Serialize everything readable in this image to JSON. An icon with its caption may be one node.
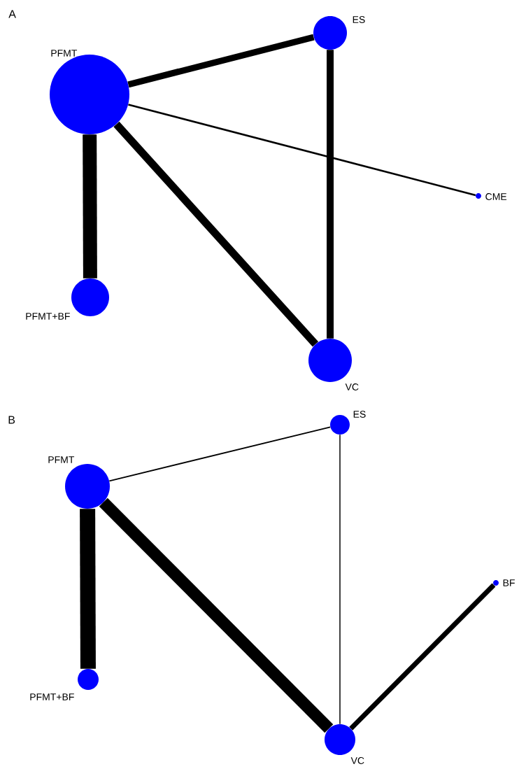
{
  "diagram": {
    "nodes": [
      {
        "text": [
          "ES"
        ]
      },
      {
        "text": [
          "PFMT"
        ]
      },
      {
        "text": [
          "CME"
        ]
      },
      {
        "text": [
          "PFMT+BF"
        ]
      },
      {
        "text": [
          "VC"
        ]
      },
      {
        "text": [
          "ES"
        ]
      },
      {
        "text": [
          "PFMT"
        ]
      },
      {
        "text": [
          "BF"
        ]
      },
      {
        "text": [
          "PFMT+BF"
        ]
      },
      {
        "text": [
          "VC"
        ]
      }
    ],
    "edges": [
      {
        "from": 1,
        "to": 0,
        "arrow": "none"
      },
      {
        "from": 0,
        "to": 4,
        "arrow": "none"
      },
      {
        "from": 1,
        "to": 2,
        "arrow": "none"
      },
      {
        "from": 1,
        "to": 3,
        "arrow": "none",
        "style": "thick"
      },
      {
        "from": 1,
        "to": 4,
        "arrow": "none"
      },
      {
        "from": 6,
        "to": 5,
        "arrow": "none"
      },
      {
        "from": 5,
        "to": 9,
        "arrow": "none"
      },
      {
        "from": 6,
        "to": 8,
        "arrow": "none",
        "style": "thick"
      },
      {
        "from": 6,
        "to": 9,
        "arrow": "none",
        "style": "thick"
      },
      {
        "from": 9,
        "to": 7,
        "arrow": "none"
      }
    ],
    "labels": [
      "A",
      "B"
    ]
  }
}
